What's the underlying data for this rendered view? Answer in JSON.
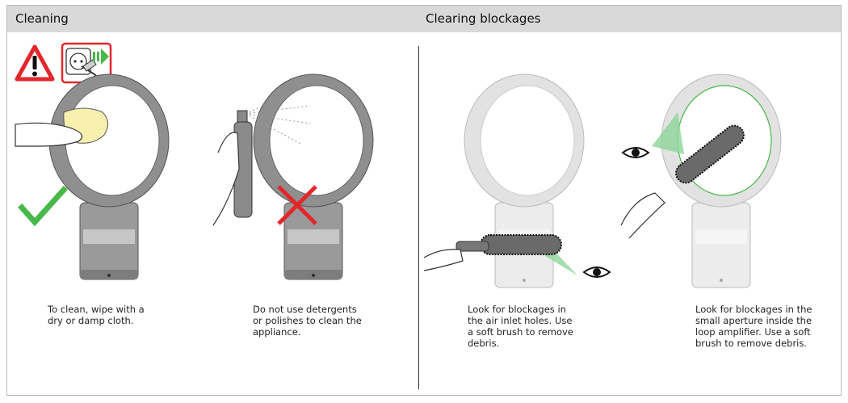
{
  "sections": {
    "cleaning": {
      "title": "Cleaning"
    },
    "blockages": {
      "title": "Clearing blockages"
    }
  },
  "captions": {
    "wipe": "To clean, wipe with a\ndry or damp cloth.",
    "no_detergents": "Do not use detergents\nor polishes to clean the\nappliance.",
    "inlet_holes": "Look for blockages in\nthe air inlet holes. Use\na soft brush to remove\ndebris.",
    "aperture": "Look for blockages in the\nsmall aperture inside the\nloop amplifier. Use a soft\nbrush to remove debris."
  },
  "icons": {
    "warning": "warning-triangle-icon",
    "unplug": "unplug-socket-icon",
    "check": "checkmark-icon",
    "cross": "cross-icon",
    "eye": "eye-icon"
  },
  "colors": {
    "warning_red": "#e3262b",
    "check_green": "#49b84a",
    "header_gray": "#d9d9d9",
    "sight_green": "#8fd69a",
    "fan_dark": "#8f8f8f",
    "fan_light": "#e2e2e2"
  }
}
